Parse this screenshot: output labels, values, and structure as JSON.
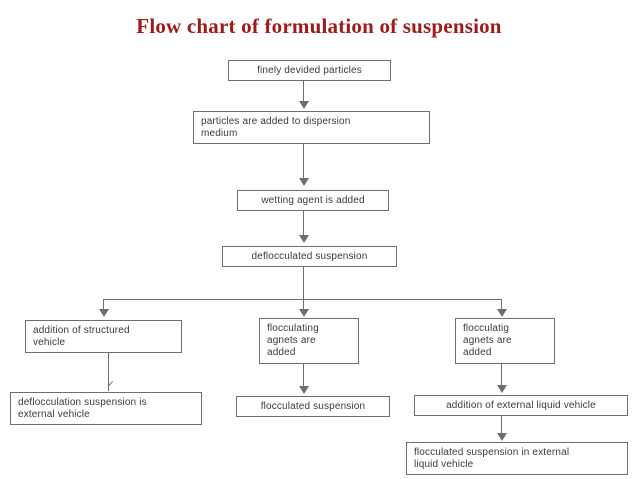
{
  "title": "Flow chart of formulation of suspension",
  "colors": {
    "title": "#9e1b1b",
    "box_border": "#6e6e6e",
    "box_fill": "#ffffff",
    "text": "#3a3a3a",
    "connector": "#6e6e6e",
    "background": "#ffffff"
  },
  "chart_data": {
    "type": "diagram",
    "title": "Flow chart of formulation of suspension",
    "nodes": [
      {
        "id": "n1",
        "label": "finely devided particles"
      },
      {
        "id": "n2",
        "label": "particles are added to  dispersion medium"
      },
      {
        "id": "n3",
        "label": "wetting agent is added"
      },
      {
        "id": "n4",
        "label": "deflocculated suspension"
      },
      {
        "id": "n5",
        "label": "addition of structured vehicle"
      },
      {
        "id": "n6",
        "label": "flocculating agnets are added"
      },
      {
        "id": "n7",
        "label": "flocculatig agnets are added"
      },
      {
        "id": "n8",
        "label": "deflocculation suspension is external vehicle"
      },
      {
        "id": "n9",
        "label": "flocculated suspension"
      },
      {
        "id": "n10",
        "label": "addition of external liquid vehicle"
      },
      {
        "id": "n11",
        "label": "flocculated suspension in external liquid vehicle"
      }
    ],
    "edges": [
      {
        "from": "n1",
        "to": "n2"
      },
      {
        "from": "n2",
        "to": "n3"
      },
      {
        "from": "n3",
        "to": "n4"
      },
      {
        "from": "n4",
        "to": "n5"
      },
      {
        "from": "n4",
        "to": "n6"
      },
      {
        "from": "n4",
        "to": "n7"
      },
      {
        "from": "n5",
        "to": "n8"
      },
      {
        "from": "n6",
        "to": "n9"
      },
      {
        "from": "n7",
        "to": "n10"
      },
      {
        "from": "n10",
        "to": "n11"
      }
    ]
  },
  "nodes": {
    "n1": {
      "line1": "finely devided particles"
    },
    "n2": {
      "line1": "particles are added to  dispersion",
      "line2": "medium"
    },
    "n3": {
      "line1": "wetting agent is added"
    },
    "n4": {
      "line1": "deflocculated suspension"
    },
    "n5": {
      "line1": "addition of structured",
      "line2": "vehicle"
    },
    "n6": {
      "line1": "flocculating",
      "line2": "agnets are",
      "line3": "added"
    },
    "n7": {
      "line1": "flocculatig",
      "line2": "agnets are",
      "line3": "added"
    },
    "n8": {
      "line1": "deflocculation suspension is",
      "line2": "external vehicle"
    },
    "n9": {
      "line1": "flocculated suspension"
    },
    "n10": {
      "line1": "addition of external liquid vehicle"
    },
    "n11": {
      "line1": "flocculated suspension in external",
      "line2": "liquid vehicle"
    }
  }
}
